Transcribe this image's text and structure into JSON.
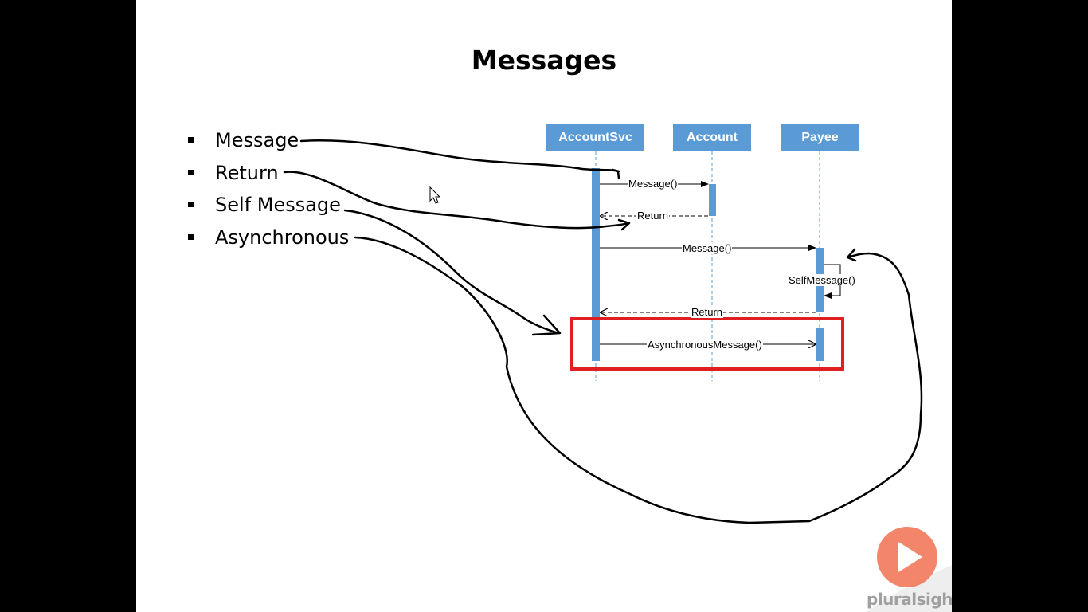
{
  "slide": {
    "title": "Messages",
    "bullets": [
      {
        "label": "Message"
      },
      {
        "label": "Return"
      },
      {
        "label": "Self Message"
      },
      {
        "label": "Asynchronous"
      }
    ]
  },
  "sequence_diagram": {
    "lifelines": [
      {
        "name": "AccountSvc"
      },
      {
        "name": "Account"
      },
      {
        "name": "Payee"
      }
    ],
    "messages": [
      {
        "label": "Message()",
        "from": "AccountSvc",
        "to": "Account",
        "kind": "synchronous"
      },
      {
        "label": "Return",
        "from": "Account",
        "to": "AccountSvc",
        "kind": "return"
      },
      {
        "label": "Message()",
        "from": "AccountSvc",
        "to": "Payee",
        "kind": "synchronous"
      },
      {
        "label": "SelfMessage()",
        "from": "Payee",
        "to": "Payee",
        "kind": "self"
      },
      {
        "label": "Return",
        "from": "Payee",
        "to": "AccountSvc",
        "kind": "return"
      },
      {
        "label": "AsynchronousMessage()",
        "from": "AccountSvc",
        "to": "Payee",
        "kind": "asynchronous"
      }
    ],
    "highlight_color": "#e02020",
    "lifeline_color": "#5b9bd5"
  },
  "branding": {
    "logo_text": "pluralsight",
    "logo_color": "#f07050"
  }
}
